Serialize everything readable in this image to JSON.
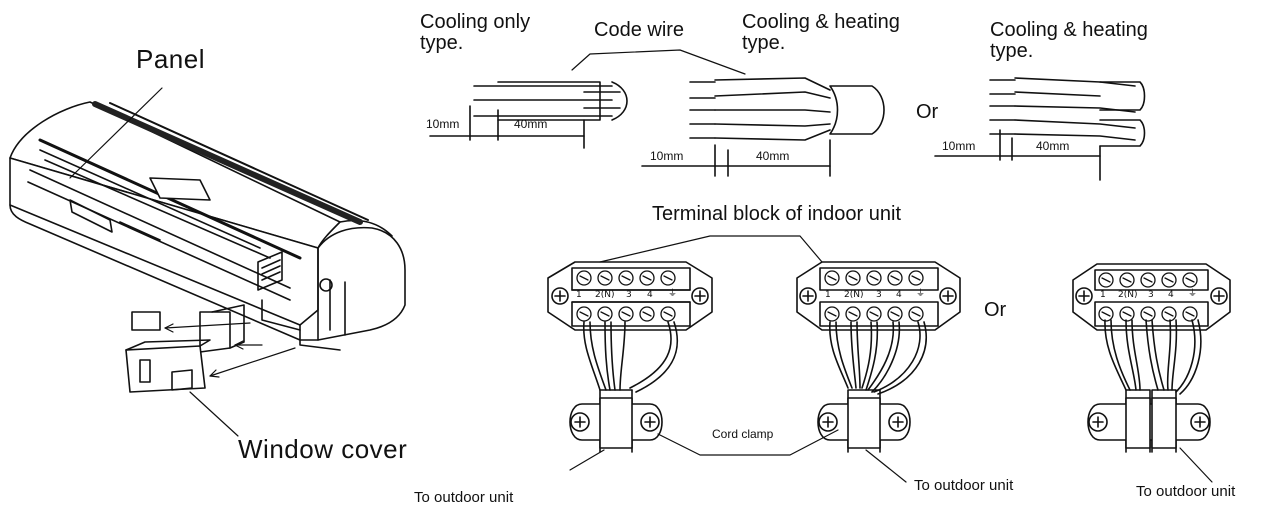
{
  "unit": {
    "panel_label": "Panel",
    "window_cover_label": "Window cover"
  },
  "wire_types": {
    "cooling_only_label": "Cooling only\ntype.",
    "code_wire_label": "Code wire",
    "cooling_heating_label": "Cooling & heating\ntype.",
    "cooling_heating_alt_label": "Cooling & heating\ntype.",
    "or_label": "Or",
    "strip_short": "10mm",
    "strip_long": "40mm"
  },
  "terminal": {
    "title": "Terminal block of indoor unit",
    "or_label": "Or",
    "cord_clamp_label": "Cord clamp",
    "to_outdoor_label": "To outdoor unit",
    "terminal_labels": [
      "1",
      "2(N)",
      "3",
      "4",
      "⏚"
    ]
  }
}
